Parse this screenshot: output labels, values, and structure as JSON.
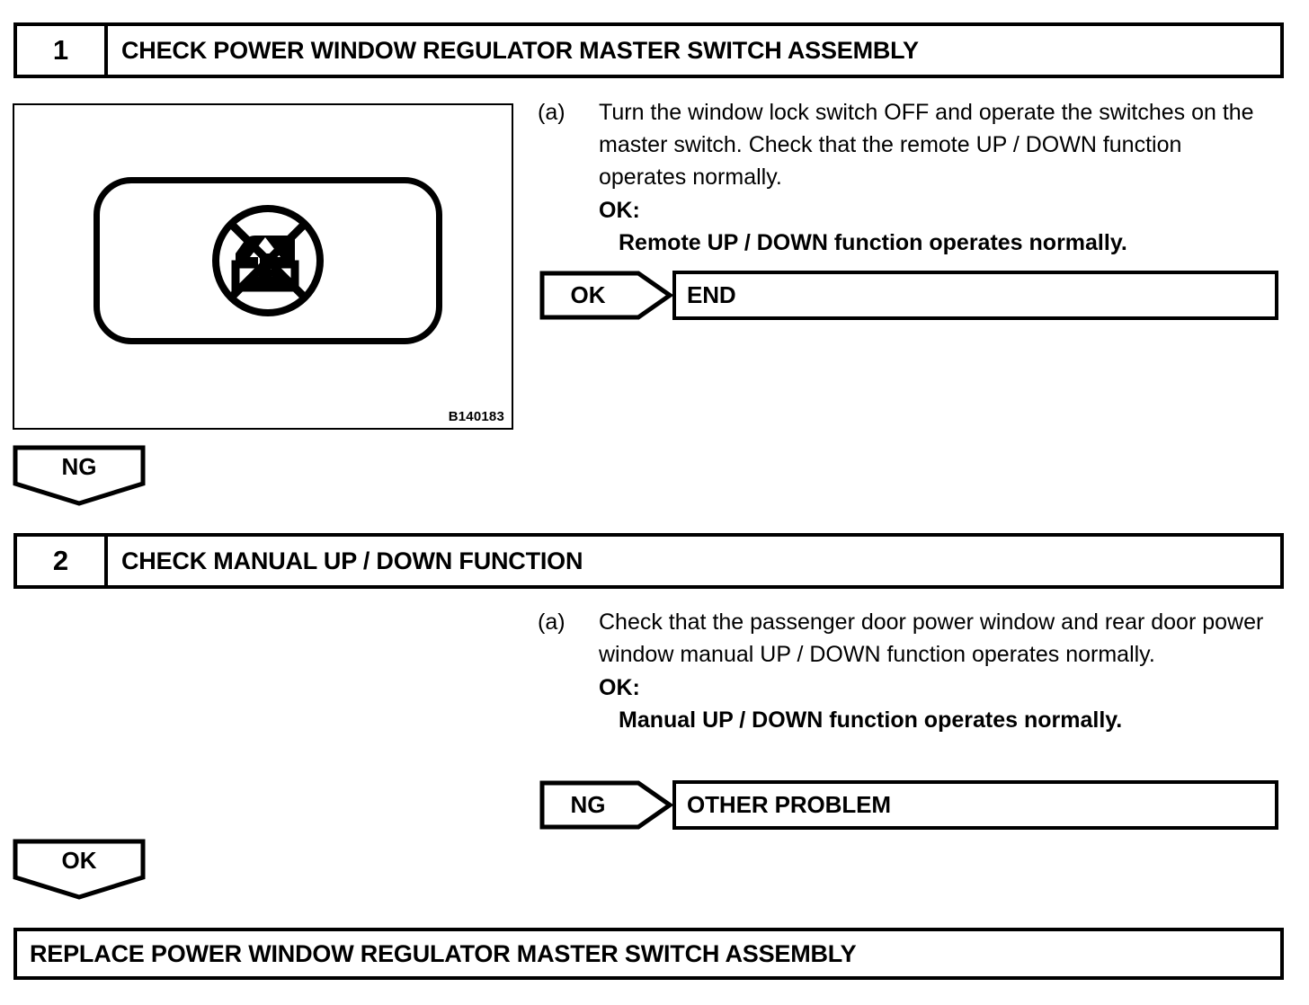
{
  "document": {
    "type": "diagnostic-flowchart",
    "title": "Power Window Regulator Master Switch Assembly Inspection Procedure"
  },
  "steps": [
    {
      "number": "1",
      "title": "CHECK POWER WINDOW REGULATOR MASTER SWITCH ASSEMBLY",
      "illustration": {
        "code": "B140183",
        "icon_name": "window-lock-switch-icon",
        "description": "Window lock switch button with prohibition symbol"
      },
      "instruction": {
        "marker": "(a)",
        "text": "Turn the window lock switch OFF and operate the switches on the master switch. Check that the remote UP / DOWN function operates normally.",
        "ok_label": "OK:",
        "ok_value": "Remote UP / DOWN function operates normally."
      },
      "result": {
        "chevron": "OK",
        "outcome": "END"
      },
      "exit_marker": "NG"
    },
    {
      "number": "2",
      "title": "CHECK MANUAL UP / DOWN FUNCTION",
      "instruction": {
        "marker": "(a)",
        "text": "Check that the passenger door power window and rear door power window manual UP / DOWN function operates normally.",
        "ok_label": "OK:",
        "ok_value": "Manual UP / DOWN function operates normally."
      },
      "result": {
        "chevron": "NG",
        "outcome": "OTHER PROBLEM"
      },
      "exit_marker": "OK"
    }
  ],
  "conclusion": {
    "text": "REPLACE POWER WINDOW REGULATOR MASTER SWITCH ASSEMBLY"
  },
  "colors": {
    "line": "#000000",
    "background": "#ffffff"
  }
}
